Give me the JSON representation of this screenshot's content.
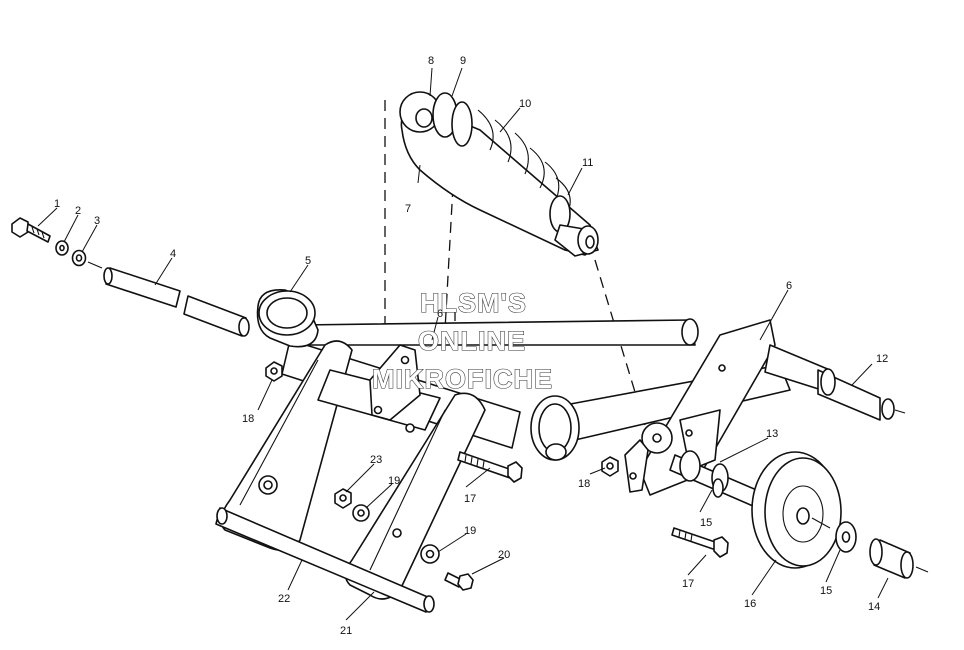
{
  "watermark": {
    "line1": "HLSM'S",
    "line2": "ONLINE",
    "line3": "MIKROFICHE"
  },
  "callouts": [
    "1",
    "2",
    "3",
    "4",
    "5",
    "6",
    "7",
    "8",
    "9",
    "10",
    "11",
    "12",
    "13",
    "14",
    "15",
    "16",
    "17",
    "18",
    "19",
    "20",
    "21",
    "22",
    "23"
  ]
}
